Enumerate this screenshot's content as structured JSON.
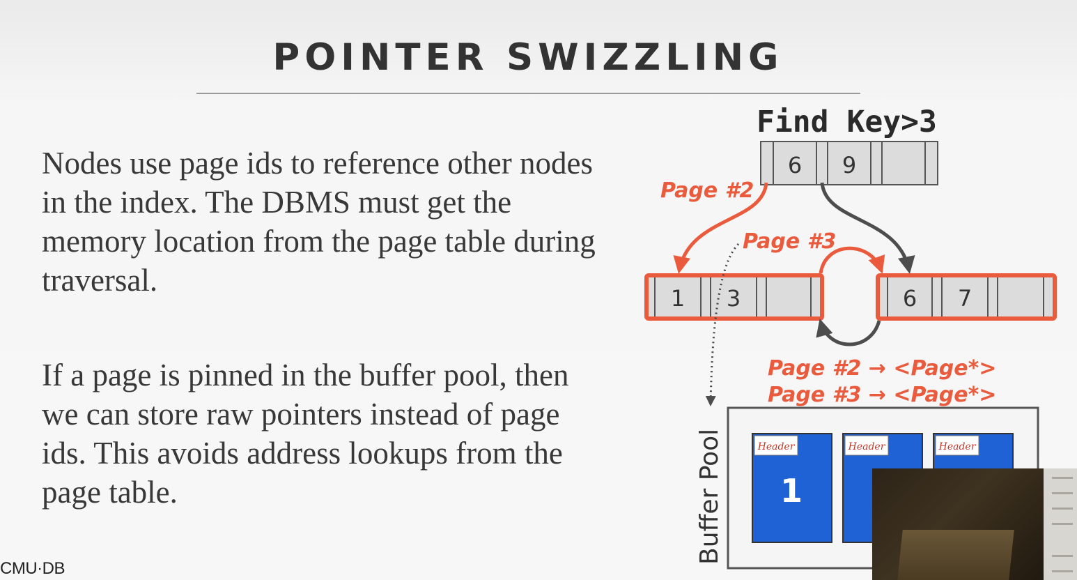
{
  "slide": {
    "title": "POINTER SWIZZLING",
    "para1": "Nodes use page ids to reference other nodes in the index. The DBMS must get the memory location from the page table during traversal.",
    "para2": "If a page is pinned in the buffer pool, then we can store raw pointers instead of page ids. This avoids address lookups from the page table.",
    "logo": "CMU·DB"
  },
  "diagram": {
    "query": "Find Key>3",
    "root_node": [
      "6",
      "9"
    ],
    "left_node": [
      "1",
      "3"
    ],
    "right_node": [
      "6",
      "7"
    ],
    "label_page2": "Page #2",
    "label_page3": "Page #3",
    "mapping_line1": "Page #2 → <Page*>",
    "mapping_line2": "Page #3 → <Page*>",
    "buffer_pool_label": "Buffer Pool",
    "frames": [
      {
        "header": "Header",
        "number": "1"
      },
      {
        "header": "Header",
        "number": ""
      },
      {
        "header": "Header",
        "number": ""
      }
    ],
    "colors": {
      "accent": "#ea5a3c",
      "node_fill": "#dcdcdc",
      "page_blue": "#1f62d6",
      "arrow_dark": "#4d4d4d"
    }
  }
}
